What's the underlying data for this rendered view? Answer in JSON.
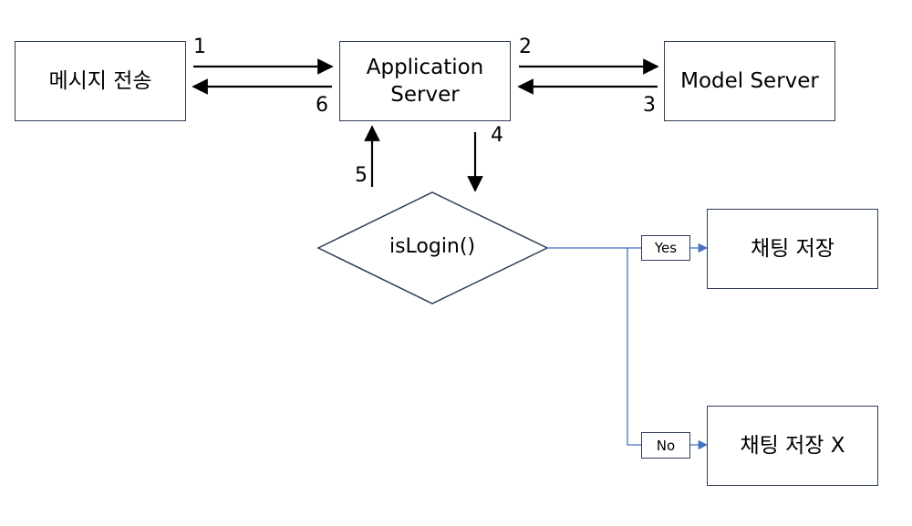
{
  "nodes": {
    "send_message": "메시지 전송",
    "app_server_line1": "Application",
    "app_server_line2": "Server",
    "model_server": "Model Server",
    "decision": "isLogin()",
    "save_chat": "채팅 저장",
    "no_save_chat": "채팅 저장 X"
  },
  "steps": [
    "1",
    "2",
    "3",
    "4",
    "5",
    "6"
  ],
  "branches": {
    "yes": "Yes",
    "no": "No"
  },
  "colors": {
    "arrow": "#000000",
    "branch_line": "#4472c4",
    "border": "#2f3d55"
  }
}
